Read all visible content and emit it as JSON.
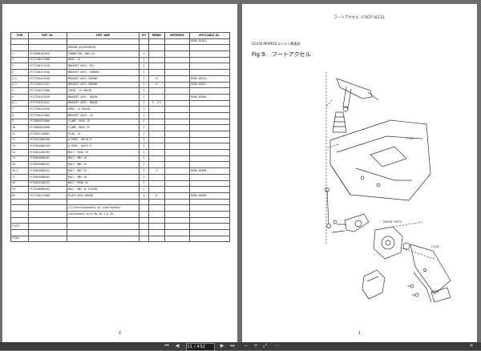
{
  "left_page": {
    "page_number": "2",
    "columns": [
      "ITEM",
      "PART NO.",
      "PART NAME",
      "QTY",
      "REMARK",
      "REFERENCE",
      "APPLICABLE NO."
    ],
    "rows": [
      [
        "",
        "-",
        "",
        "",
        "",
        "",
        "RS06-02301-"
      ],
      [
        "",
        "-",
        "ENGINE ACCESSORIES",
        "",
        "",
        "",
        ""
      ],
      [
        "1",
        "YY15504101650",
        "CONNECTOR, N85-25",
        "1",
        "",
        "",
        ""
      ],
      [
        "2",
        "YY17254411900",
        "HOSE, LO",
        "1",
        "",
        "",
        ""
      ],
      [
        "3",
        "YY17254411510",
        "BRACKET ASSY, OIL",
        "1",
        "",
        "",
        ""
      ],
      [
        "4",
        "YY17254411550",
        "BRACKET ASSY, SENSOR",
        "1",
        "",
        "",
        ""
      ],
      [
        "4-1",
        "YY17254411540",
        "BRACKET ASSY,SENSOR",
        "1",
        "N",
        "",
        "RS06-05244-"
      ],
      [
        "4-2",
        "YY17254411541",
        "BRACKET ASSY,SENSOR",
        "1",
        "N",
        "",
        "RS06-05307-"
      ],
      [
        "5",
        "YY17254411300",
        "JOINT, LO DRAIN",
        "1",
        "",
        "",
        ""
      ],
      [
        "6",
        "YY17254411520",
        "BRACKET ASSY, DRAIN",
        "1",
        "",
        "",
        "RS06-05308-"
      ],
      [
        "6-1",
        "YY17254411521",
        "BRACKET ASSY, DRAIN",
        "1",
        "F, (1)",
        "",
        ""
      ],
      [
        "7",
        "YY17254411950",
        "HOSE, LO DRAIN",
        "1",
        "",
        "",
        ""
      ],
      [
        "8",
        "YY17254411680",
        "BRACKET ASSY, LO",
        "1",
        "",
        "",
        ""
      ],
      [
        "9",
        "YY23081825000",
        "CLAMP, HOSE 25",
        "2",
        "",
        "",
        ""
      ],
      [
        "10",
        "YY23081825000",
        "CLAMP, HOSE 25",
        "2",
        "",
        "",
        ""
      ],
      [
        "11",
        "YY23431140002",
        "PLUG, 14",
        "1",
        "",
        "",
        ""
      ],
      [
        "12",
        "YY24311000100",
        "O-RING, 1AP10,0",
        "1",
        "",
        "",
        ""
      ],
      [
        "13",
        "YY24341000240",
        "O-RING, 1AS24.0",
        "1",
        "",
        "",
        ""
      ],
      [
        "14",
        "YY25013100352",
        "BOLT, M10X 35",
        "2",
        "",
        "",
        ""
      ],
      [
        "15",
        "YY25014080202",
        "BOLT, M8X 20",
        "2",
        "",
        "",
        ""
      ],
      [
        "16",
        "YY25014080252",
        "BOLT, M8X 25",
        "2",
        "",
        "",
        ""
      ],
      [
        "16-1",
        "YY25014080252",
        "BOLT, M8X 25",
        "4",
        "S",
        "",
        "RS06-05308-"
      ],
      [
        "17",
        "YY25014080202",
        "BOLT, M8X 20",
        "2",
        "",
        "",
        ""
      ],
      [
        "18",
        "YY25014100252",
        "BOLT, M10X 25",
        "2",
        "",
        "",
        ""
      ],
      [
        "19",
        "YY25106080162",
        "BOLT, M8X 16 PLATED",
        "2",
        "",
        "",
        ""
      ],
      [
        "20",
        "YY17254411000",
        "PLATE ASSY,DRAIN",
        "1",
        "N",
        "",
        "RS06-05308-"
      ],
      [
        "",
        "",
        "",
        "",
        "",
        "",
        ""
      ],
      [
        "",
        "",
        "(1)Interchangeable by simultaneous",
        "",
        "",
        "",
        ""
      ],
      [
        "",
        "",
        "replacement with No.16-1 & 20.",
        "",
        "",
        "",
        ""
      ],
      [
        "",
        "",
        "",
        "",
        "",
        "",
        ""
      ],
      [
        "FIG72",
        "",
        "",
        "",
        "",
        "",
        ""
      ],
      [
        "",
        "",
        "",
        "",
        "",
        "",
        ""
      ],
      [
        "FIG12",
        "",
        "",
        "",
        "",
        "",
        ""
      ]
    ]
  },
  "right_page": {
    "page_number": "1",
    "header": "フートアクセル・FOOT ACCEL",
    "subheader": "GC450-M00630 エンジン関連部",
    "fig_label": "Fig.9.",
    "fig_title": "フートアクセル",
    "callouts": [
      "FIG58",
      "ENGINE PARTS",
      "FIG26",
      "FIG26"
    ]
  },
  "toolbar": {
    "first_icon": "first-page-icon",
    "prev_icon": "prev-page-icon",
    "page_value": "31 / 432",
    "next_icon": "next-page-icon",
    "last_icon": "last-page-icon",
    "zoom_out_icon": "zoom-out-icon",
    "zoom_in_icon": "zoom-in-icon",
    "fit_icon": "fit-page-icon",
    "close_icon": "close-icon"
  }
}
